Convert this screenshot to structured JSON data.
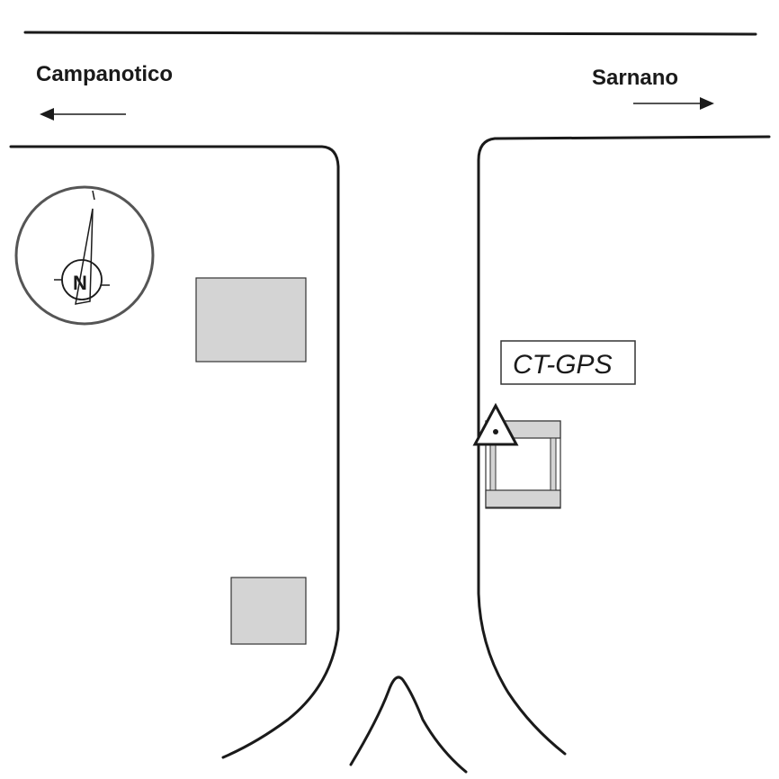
{
  "map": {
    "labels": {
      "west_destination": "Campanotico",
      "east_destination": "Sarnano",
      "station": "CT-GPS",
      "north": "N"
    },
    "colors": {
      "building_fill": "#d4d4d4",
      "line": "#1a1a1a",
      "compass_ring": "#555555"
    },
    "icons": {
      "west_arrow": "arrow-left-icon",
      "east_arrow": "arrow-right-icon",
      "compass": "compass-icon",
      "station_marker": "triangle-marker-icon"
    }
  }
}
